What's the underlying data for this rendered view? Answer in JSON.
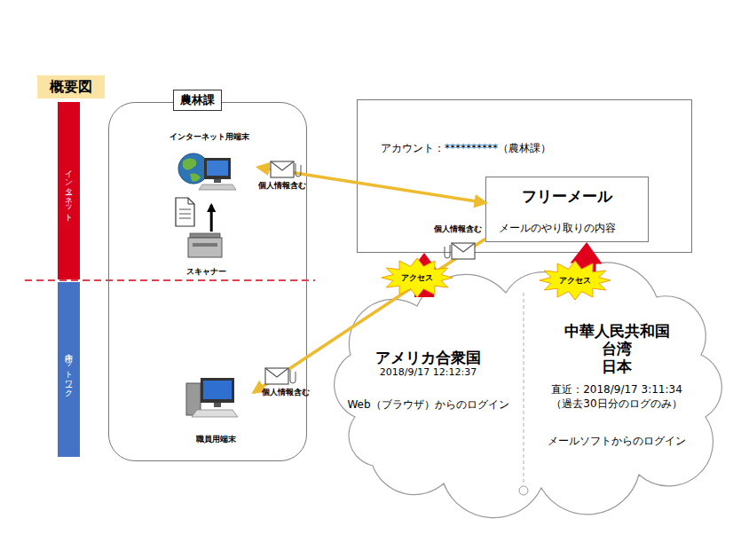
{
  "diagram": {
    "title": "概要図",
    "nodes": [
      {
        "text": [
          "インターネット"
        ]
      },
      {
        "text": [
          "庁内ネットワーク"
        ]
      },
      {
        "text": [
          "農林課"
        ]
      },
      {
        "text": [
          "インターネット用端末"
        ],
        "in": 2
      },
      {
        "text": [
          "スキャナー"
        ],
        "in": 2
      },
      {
        "text": [
          "職員用端末"
        ],
        "in": 2
      },
      {
        "text": [
          "アカウント：**********（農林課）"
        ]
      },
      {
        "text": [
          "フリーメール",
          "メールのやり取りの内容"
        ],
        "in": 6
      },
      {
        "text": [
          "アメリカ合衆国",
          "2018/9/17 12:12:37",
          "Web（ブラウザ）からのログイン"
        ]
      },
      {
        "text": [
          "中華人民共和国",
          "台湾",
          "日本",
          "直近：2018/9/17 3:11:34",
          "（過去30日分のログのみ）",
          "メールソフトからのログイン"
        ]
      }
    ],
    "edges": [
      {
        "from": 3,
        "to": 7,
        "arrow": "both"
      },
      {
        "from": 7,
        "to": 5,
        "arrow": "to"
      },
      {
        "from": 8,
        "to": 6,
        "arrow": "to"
      },
      {
        "from": 9,
        "to": 7,
        "arrow": "to"
      },
      {
        "from": 4,
        "to": 3,
        "arrow": "to"
      }
    ],
    "labels": [
      "個人情報含む",
      "個人情報含む",
      "個人情報含む",
      "アクセス",
      "アクセス"
    ]
  }
}
